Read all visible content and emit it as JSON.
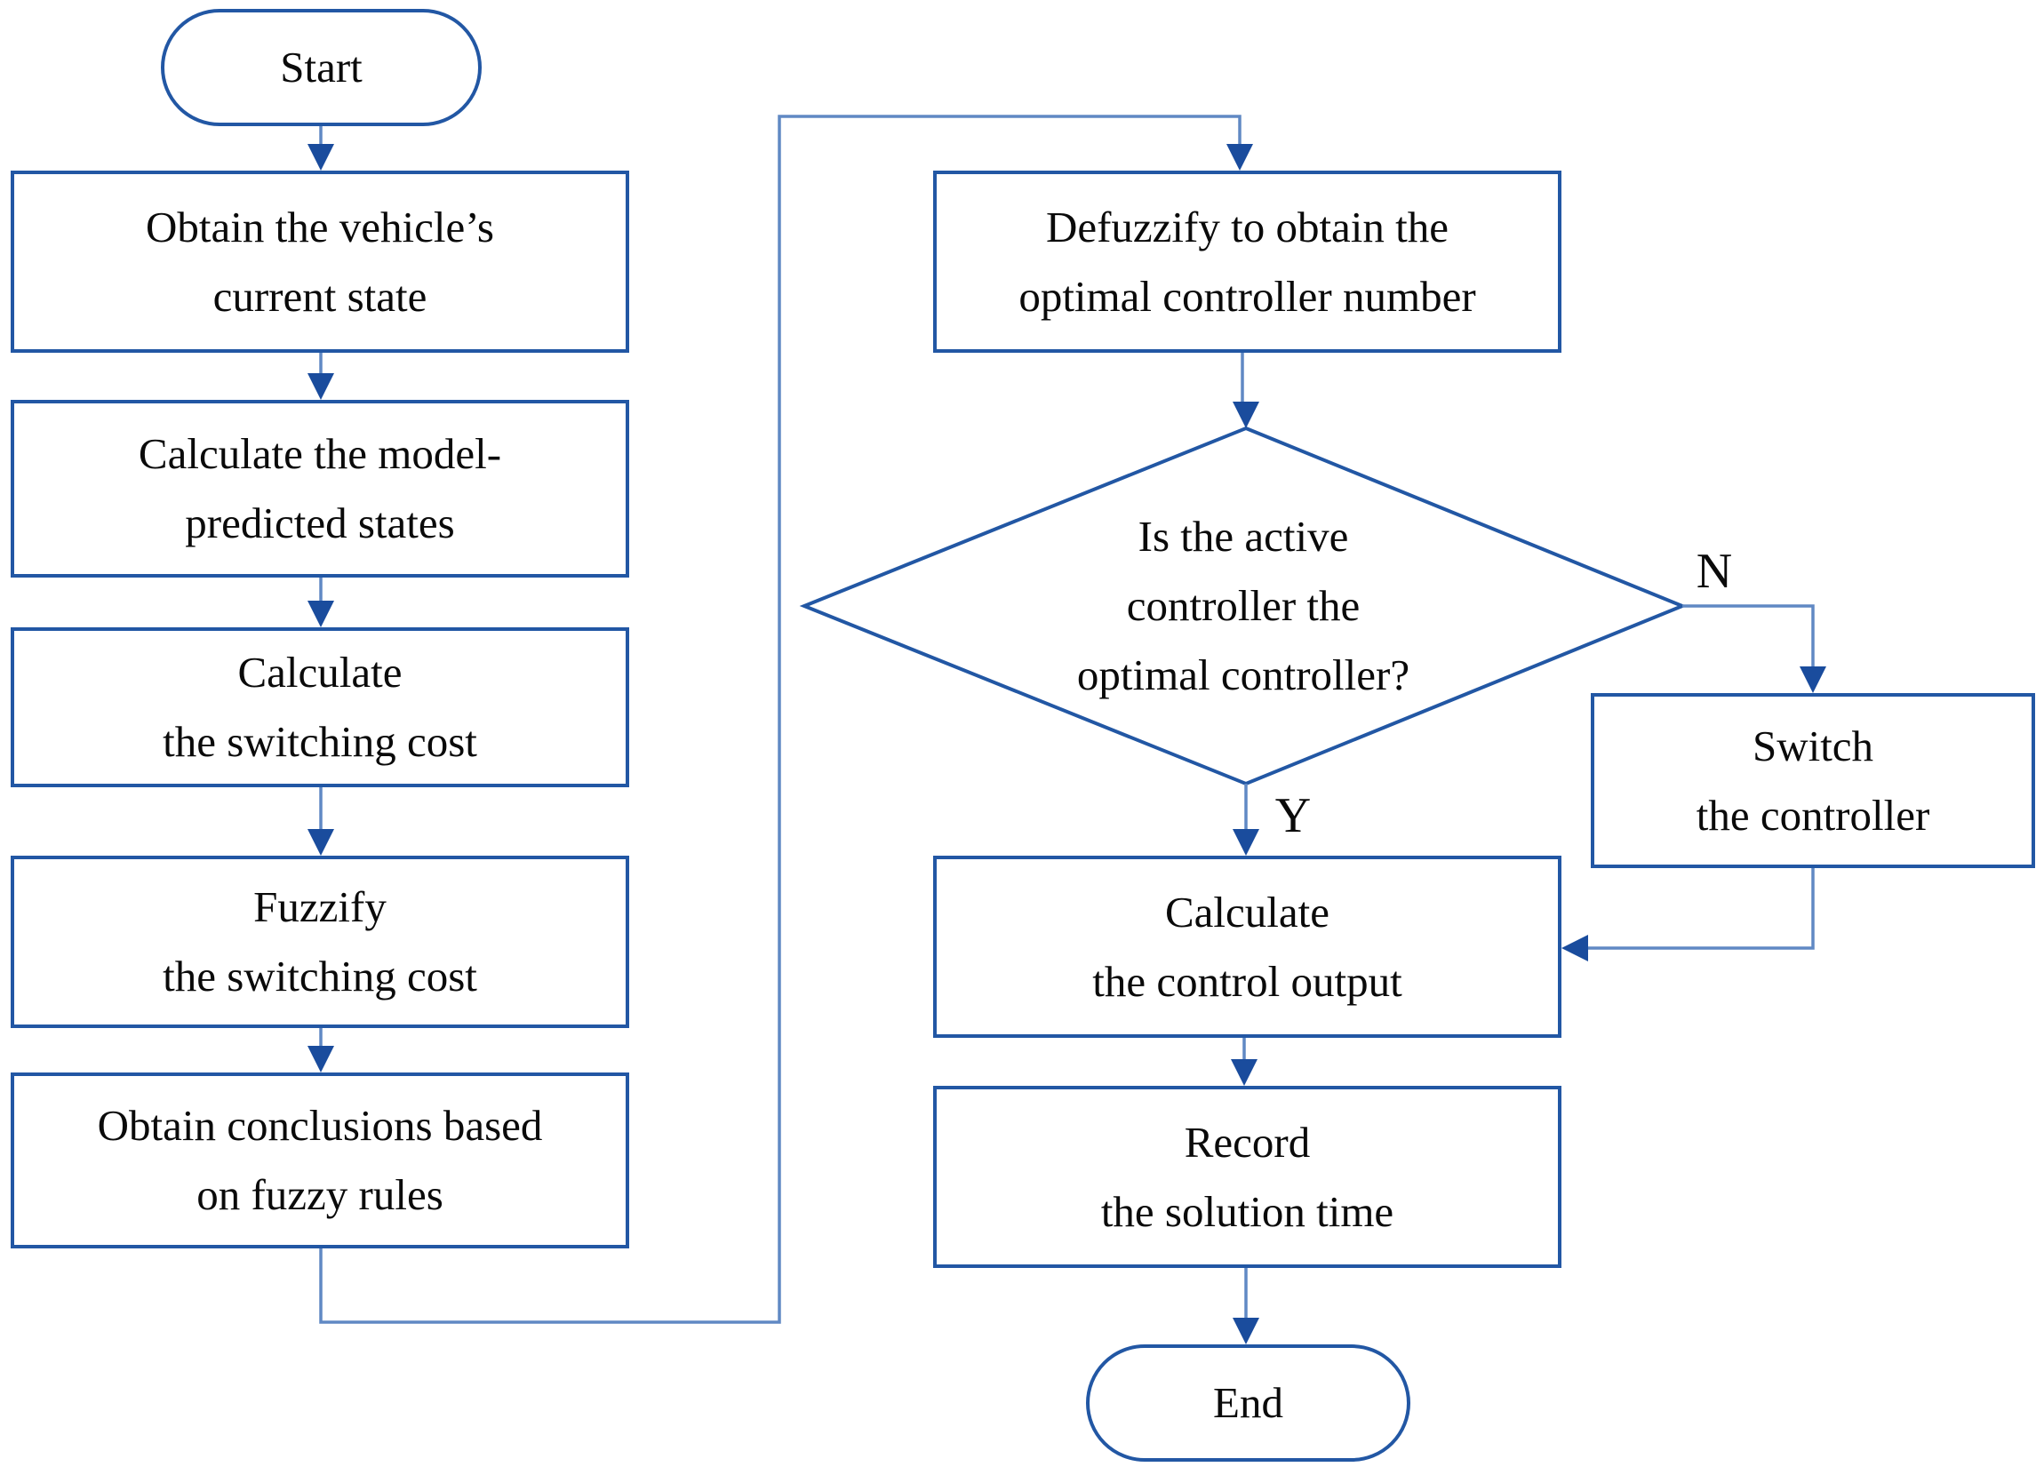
{
  "flowchart": {
    "nodes": {
      "start": {
        "type": "terminator",
        "lines": [
          "Start"
        ]
      },
      "obtain_state": {
        "type": "process",
        "lines": [
          "Obtain the vehicle’s",
          "current state"
        ]
      },
      "model_states": {
        "type": "process",
        "lines": [
          "Calculate the model-",
          "predicted states"
        ]
      },
      "calc_switch_cost": {
        "type": "process",
        "lines": [
          "Calculate",
          "the switching cost"
        ]
      },
      "fuzzify_cost": {
        "type": "process",
        "lines": [
          "Fuzzify",
          "the switching cost"
        ]
      },
      "fuzzy_rules": {
        "type": "process",
        "lines": [
          "Obtain conclusions based",
          "on fuzzy rules"
        ]
      },
      "defuzzify": {
        "type": "process",
        "lines": [
          "Defuzzify to obtain the",
          "optimal controller number"
        ]
      },
      "decision": {
        "type": "decision",
        "lines": [
          "Is the active",
          "controller the",
          "optimal controller?"
        ]
      },
      "switch_controller": {
        "type": "process",
        "lines": [
          "Switch",
          "the controller"
        ]
      },
      "control_output": {
        "type": "process",
        "lines": [
          "Calculate",
          "the control output"
        ]
      },
      "record_time": {
        "type": "process",
        "lines": [
          "Record",
          "the solution time"
        ]
      },
      "end": {
        "type": "terminator",
        "lines": [
          "End"
        ]
      }
    },
    "branch_labels": {
      "yes": "Y",
      "no": "N"
    },
    "colors": {
      "shape_border": "#2257a4",
      "connector": "#6089c4",
      "arrowhead": "#1a4c9d",
      "text": "#0a0a0a",
      "background": "#ffffff"
    }
  }
}
